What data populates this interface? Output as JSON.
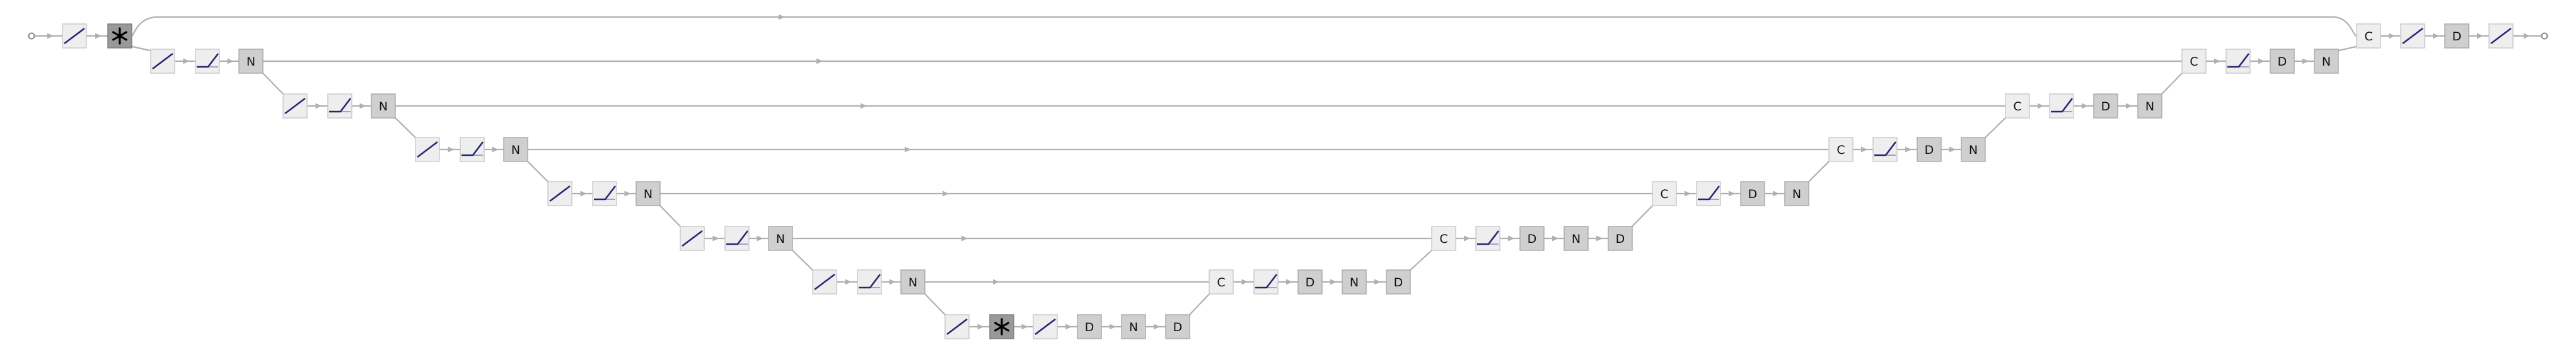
{
  "legend": {
    "C": "C",
    "D": "D",
    "N": "N"
  },
  "colors": {
    "light": "#eeeeee",
    "mid": "#cfcfcf",
    "dark": "#999999",
    "edge": "#b0b0b0",
    "activation": "#262673"
  },
  "icons": {
    "linear": "linear-activation-icon",
    "relu": "relu-activation-icon",
    "conv": "asterisk-conv-icon"
  }
}
